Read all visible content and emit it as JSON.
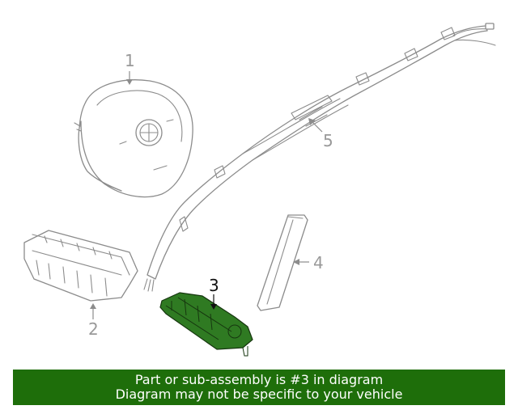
{
  "callouts": {
    "c1": "1",
    "c2": "2",
    "c3": "3",
    "c4": "4",
    "c5": "5"
  },
  "highlighted_part": "3",
  "banner": {
    "line1": "Part or sub-assembly is #3 in diagram",
    "line2": "Diagram may not be specific to your vehicle"
  },
  "colors": {
    "banner_bg": "#1e6e0a",
    "highlight": "#2f7a22",
    "line_art": "#8c8c8c"
  }
}
